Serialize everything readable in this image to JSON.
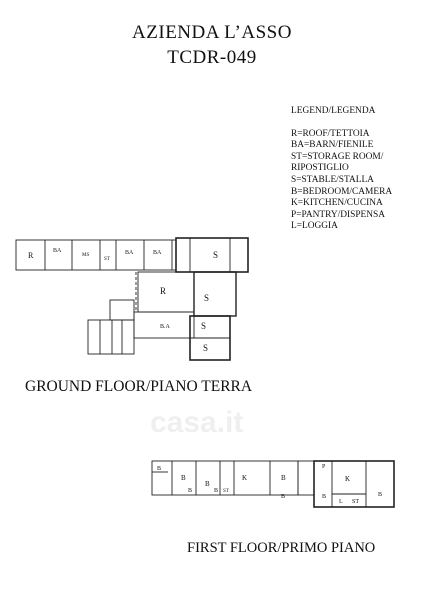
{
  "header": {
    "title_line1": "AZIENDA L’ASSO",
    "title_line2": "TCDR-049"
  },
  "legend": {
    "heading": "LEGEND/LEGENDA",
    "items": [
      "R=ROOF/TETTOIA",
      "BA=BARN/FIENILE",
      "ST=STORAGE ROOM/",
      "RIPOSTIGLIO",
      "S=STABLE/STALLA",
      "B=BEDROOM/CAMERA",
      "K=KITCHEN/CUCINA",
      "P=PANTRY/DISPENSA",
      "L=LOGGIA"
    ]
  },
  "ground_floor": {
    "label": "GROUND FLOOR/PIANO TERRA",
    "rooms": [
      "R",
      "BA",
      "MS",
      "ST",
      "BA",
      "BA",
      "S",
      "R",
      "S",
      "B.A",
      "S",
      "S"
    ]
  },
  "first_floor": {
    "label": "FIRST FLOOR/PRIMO PIANO",
    "rooms": [
      "B",
      "B",
      "B",
      "K",
      "B",
      "B",
      "ST",
      "B",
      "B",
      "P",
      "K",
      "B",
      "B",
      "L",
      "ST"
    ]
  },
  "watermark": "casa.it"
}
